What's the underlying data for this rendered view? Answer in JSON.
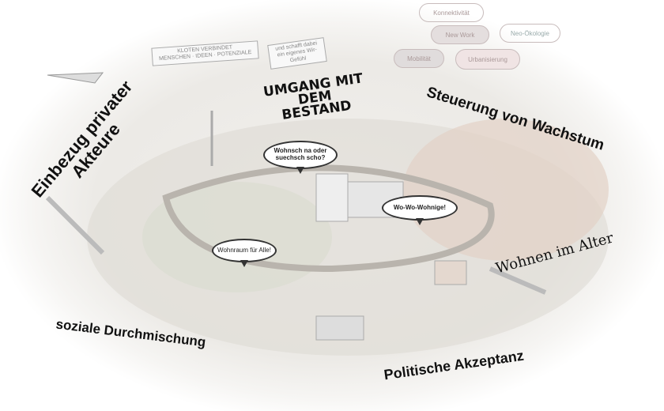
{
  "labels": {
    "einbezug": [
      "Einbezug privater",
      "Akteure"
    ],
    "umgang": [
      "Umgang mit",
      "dem",
      "Bestand"
    ],
    "steuerung": "Steuerung von Wachstum",
    "alter": "Wohnen im Alter",
    "durchmischung": "soziale Durchmischung",
    "akzeptanz": "Politische Akzeptanz"
  },
  "bubbles": {
    "wohnsch": "Wohnsch na oder suechsch scho?",
    "wowo": "Wo-Wo-Wohnige!",
    "wohnraum": "Wohnraum für Alle!"
  },
  "banner": {
    "title": "KLOTEN VERBINDET",
    "subtitle": "MENSCHEN · IDEEN · POTENZIALE",
    "tail": "und schafft dabei ein eigenes Wir-Gefühl"
  },
  "clouds": [
    "Konnektivität",
    "Neo-Ökologie",
    "New Work",
    "Mobilität",
    "Urbanisierung"
  ]
}
